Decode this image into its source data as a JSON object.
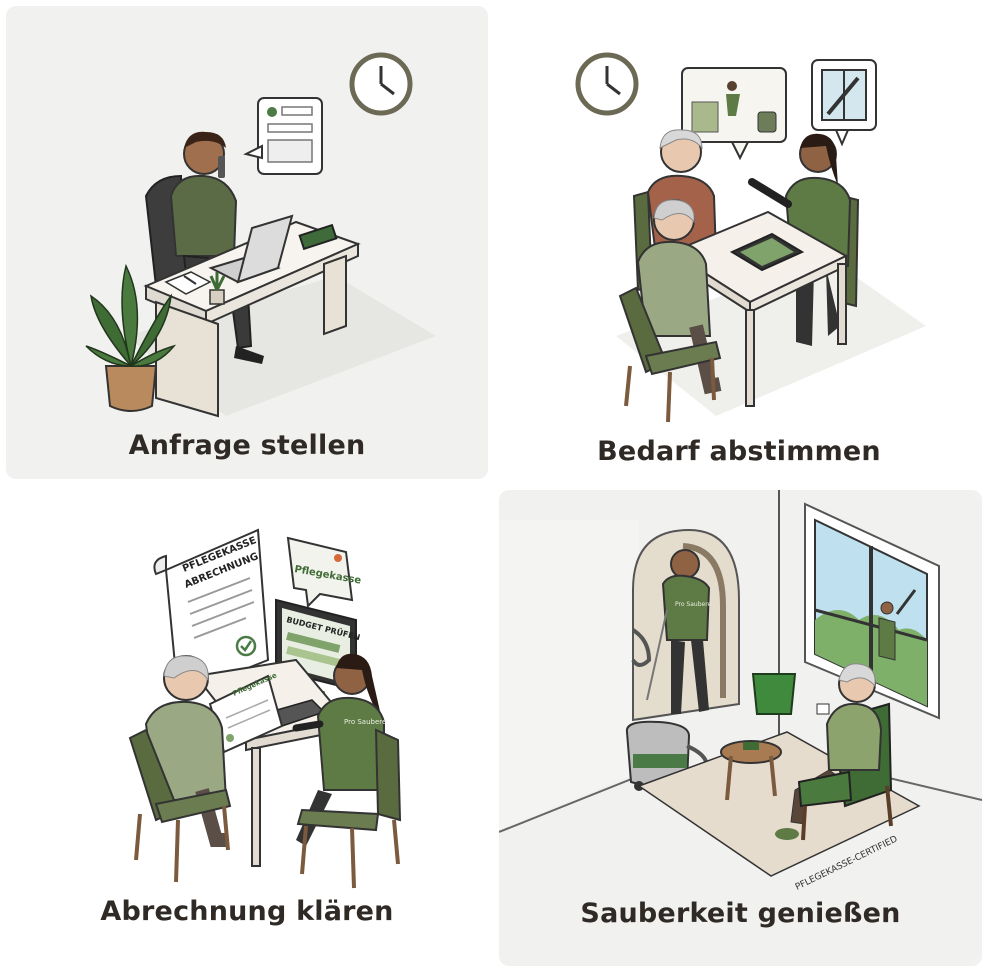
{
  "colors": {
    "accent_green": "#5e7a45",
    "dark_green": "#3f5a2f",
    "caption_text": "#2f2a25",
    "panel_gray": "#f1f1f0"
  },
  "panels": [
    {
      "caption": "Anfrage stellen"
    },
    {
      "caption": "Bedarf abstimmen"
    },
    {
      "caption": "Abrechnung klären",
      "document_title": [
        "PFLEGEKASSE",
        "ABRECHNUNG"
      ],
      "bubble_text": "Pflegekasse",
      "monitor_text": "BUDGET PRÜFEN",
      "paper_logo_text": "Pflegekasse",
      "shirt_text": "Pro Saubere"
    },
    {
      "caption": "Sauberkeit genießen",
      "shirt_text": "Pro Saubere",
      "rug_text": "PFLEGEKASSE-CERTIFIED"
    }
  ]
}
